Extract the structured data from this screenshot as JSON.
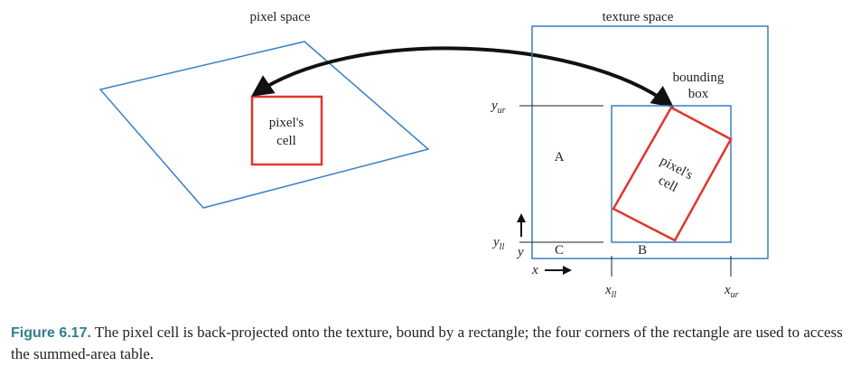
{
  "labels": {
    "pixel_space": "pixel space",
    "texture_space": "texture space",
    "bounding_box_line1": "bounding",
    "bounding_box_line2": "box",
    "cell_line1": "pixel's",
    "cell_line2": "cell",
    "region_a": "A",
    "region_b": "B",
    "region_c": "C",
    "axis_x": "x",
    "axis_y": "y",
    "coord_y": "y",
    "coord_y_ur_sub": "ur",
    "coord_y_ll_sub": "ll",
    "coord_x": "x",
    "coord_x_ll_sub": "ll",
    "coord_x_ur_sub": "ur"
  },
  "colors": {
    "blue": "#3a7fc1",
    "red": "#e0362d",
    "black": "#111111",
    "caption_label": "#2f7f8a"
  },
  "caption": {
    "label": "Figure 6.17.",
    "text": " The pixel cell is back-projected onto the texture, bound by a rectangle; the four corners of the rectangle are used to access the summed-area table."
  }
}
